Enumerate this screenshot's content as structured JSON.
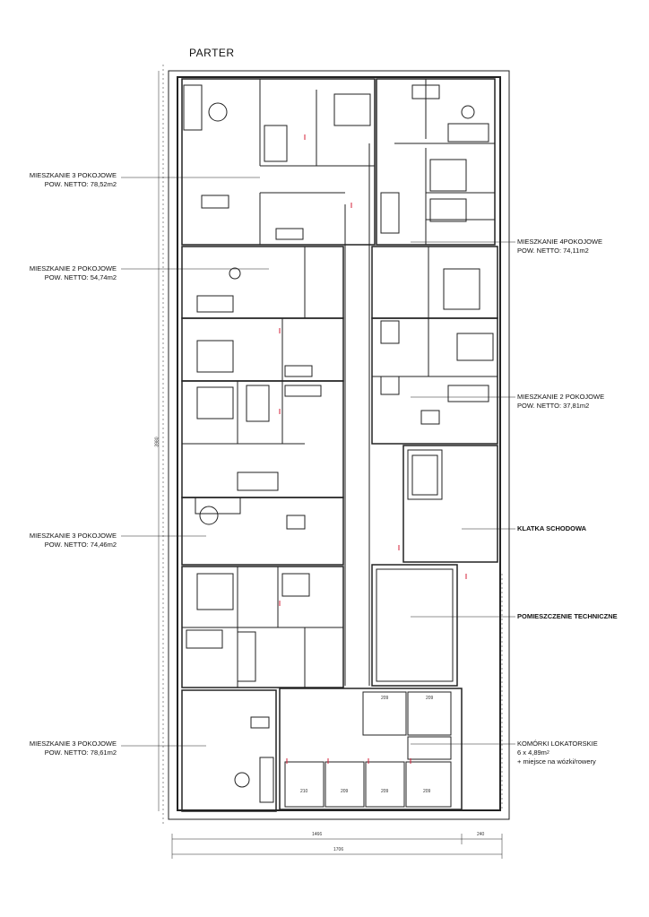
{
  "floor_title": "PARTER",
  "units": [
    {
      "name": "MIESZKANIE 3 POKOJOWE",
      "area": "POW. NETTO: 78,52m2"
    },
    {
      "name": "MIESZKANIE 2 POKOJOWE",
      "area": "POW. NETTO: 54,74m2"
    },
    {
      "name": "MIESZKANIE 3 POKOJOWE",
      "area": "POW. NETTO: 74,46m2"
    },
    {
      "name": "MIESZKANIE 3 POKOJOWE",
      "area": "POW. NETTO: 78,61m2"
    },
    {
      "name": "MIESZKANIE 4POKOJOWE",
      "area": "POW. NETTO: 74,11m2"
    },
    {
      "name": "MIESZKANIE 2 POKOJOWE",
      "area": "POW. NETTO: 37,81m2"
    }
  ],
  "common": {
    "stairs": "KLATKA SCHODOWA",
    "technical": "POMIESZCZENIE TECHNICZNE",
    "storage_title": "KOMÓRKI LOKATORSKIE",
    "storage_line2": "6 x 4,89m",
    "storage_line2_sup": "2",
    "storage_line3": "+ miejsce na wózki/rowery"
  },
  "dimensions": {
    "width_main": "1466",
    "width_side": "240",
    "width_total": "1706",
    "height_total": "3980",
    "storage_codes": [
      "209",
      "209",
      "210",
      "209",
      "209",
      "209"
    ]
  },
  "colors": {
    "line": "#222222",
    "door_accent": "#d4203a"
  }
}
